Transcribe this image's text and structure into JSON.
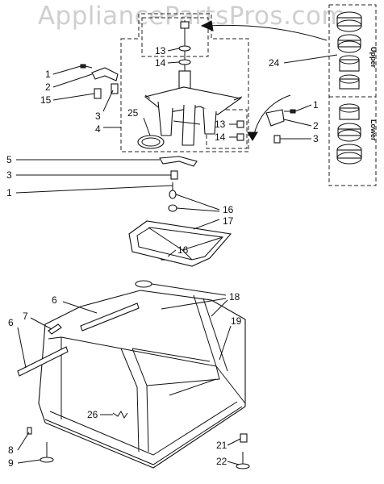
{
  "watermark": "AppliancePartsPros.com",
  "inset_labels": {
    "upper": "Upper",
    "lower": "Lower"
  },
  "callouts": {
    "c1a": "1",
    "c2a": "2",
    "c15": "15",
    "c3a": "3",
    "c4": "4",
    "c25": "25",
    "c13a": "13",
    "c14a": "14",
    "c24": "24",
    "c1b": "1",
    "c2b": "2",
    "c3b": "3",
    "c13b": "13",
    "c14b": "14",
    "c5": "5",
    "c3c": "3",
    "c1c": "1",
    "c16a": "16",
    "c17": "17",
    "c16b": "16",
    "c18": "18",
    "c6a": "6",
    "c7": "7",
    "c6b": "6",
    "c19": "19",
    "c26": "26",
    "c8": "8",
    "c9": "9",
    "c21": "21",
    "c22": "22"
  }
}
